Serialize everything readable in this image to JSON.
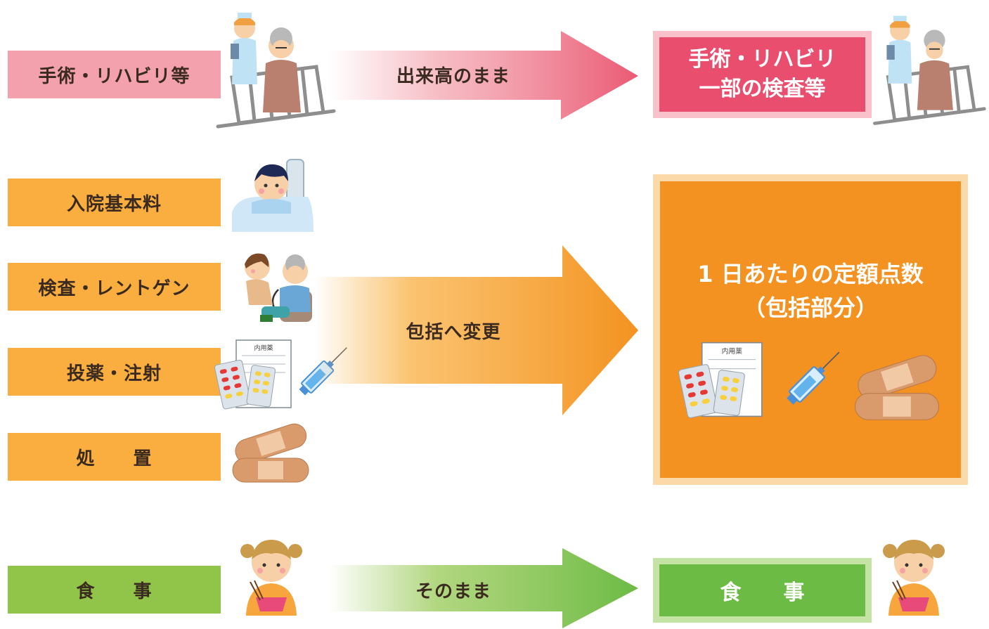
{
  "left_items": {
    "surgery": "手術・リハビリ等",
    "admission": "入院基本料",
    "exam": "検査・レントゲン",
    "medication": "投薬・注射",
    "treatment": "処　　置",
    "meal": "食　　事"
  },
  "arrows": {
    "top": "出来高のまま",
    "middle": "包括へ変更",
    "bottom": "そのまま"
  },
  "right_boxes": {
    "top_line1": "手術・リハビリ",
    "top_line2": "一部の検査等",
    "middle_line1": "1 日あたりの定額点数",
    "middle_line2": "（包括部分）",
    "bottom": "食　　事"
  },
  "document_label": "内用薬",
  "colors": {
    "pink": "#f3a1ac",
    "pink_box": "#e94e6f",
    "orange": "#f9ae3f",
    "orange_box": "#f39220",
    "green": "#90c549",
    "green_box": "#6cbb45"
  }
}
